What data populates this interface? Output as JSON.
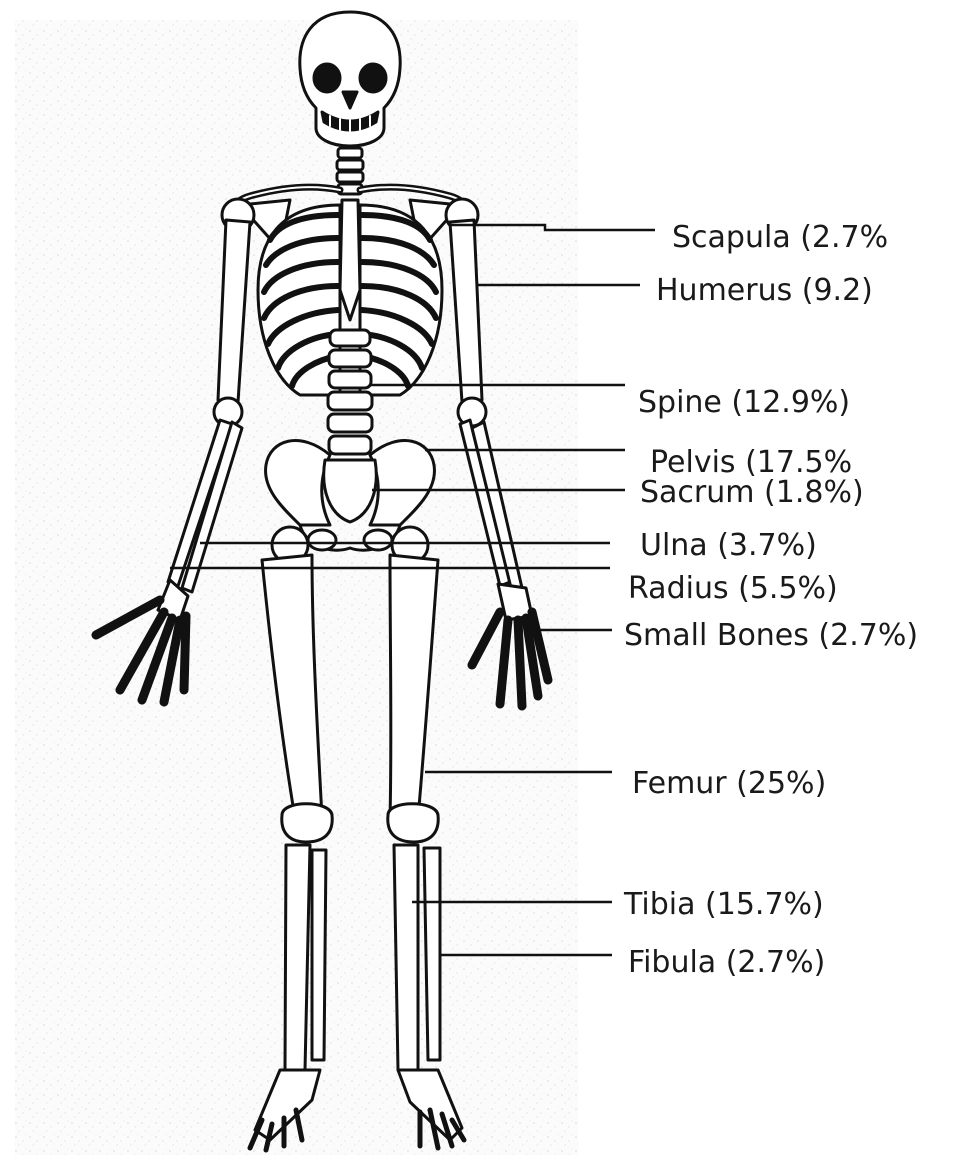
{
  "diagram": {
    "labels": {
      "scapula": "Scapula (2.7%",
      "humerus": "Humerus (9.2)",
      "spine": "Spine (12.9%)",
      "pelvis": "Pelvis (17.5%",
      "sacrum": "Sacrum (1.8%)",
      "ulna": "Ulna (3.7%)",
      "radius": "Radius (5.5%)",
      "small_bones": "Small Bones (2.7%)",
      "femur": "Femur (25%)",
      "tibia": "Tibia (15.7%)",
      "fibula": "Fibula (2.7%)"
    }
  }
}
